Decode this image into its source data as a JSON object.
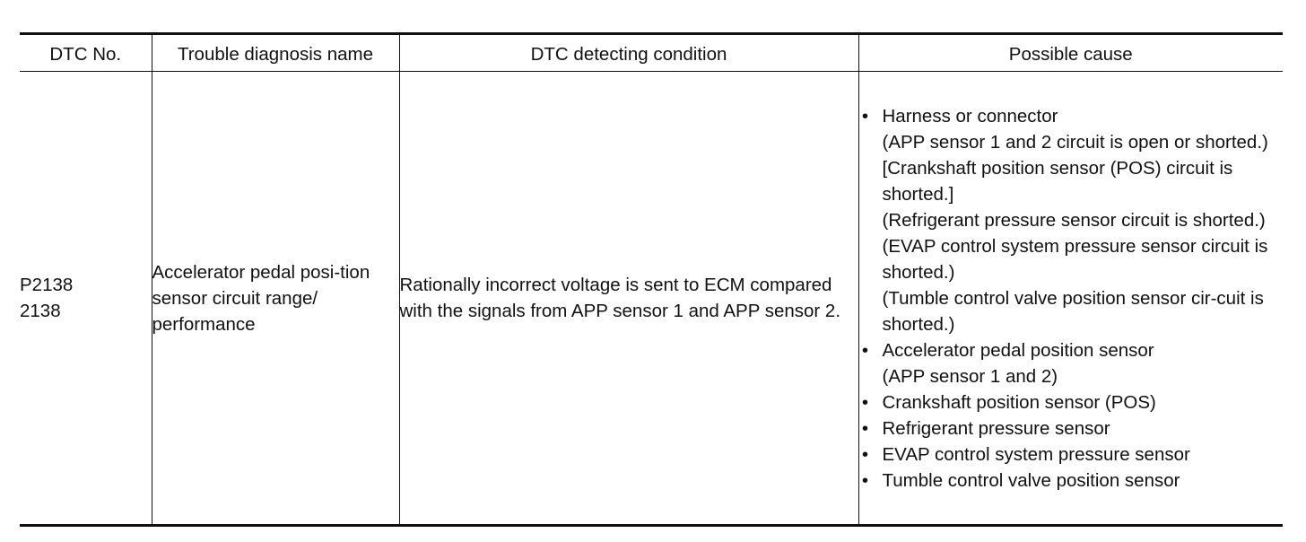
{
  "table": {
    "headers": {
      "dtc_no": "DTC No.",
      "name": "Trouble diagnosis name",
      "condition": "DTC detecting condition",
      "cause": "Possible cause"
    },
    "row": {
      "dtc_no_lines": [
        "P2138",
        "2138"
      ],
      "name": "Accelerator pedal posi-tion sensor circuit range/ performance",
      "condition": "Rationally incorrect voltage is sent to ECM compared with the signals from APP sensor 1 and APP sensor 2.",
      "causes": [
        {
          "text": "Harness or connector",
          "details": [
            "(APP sensor 1 and 2 circuit is open or shorted.)",
            "[Crankshaft position sensor (POS) circuit is shorted.]",
            "(Refrigerant pressure sensor circuit is shorted.)",
            "(EVAP control system pressure sensor circuit is shorted.)",
            "(Tumble control valve position sensor cir-cuit is shorted.)"
          ]
        },
        {
          "text": "Accelerator pedal position sensor",
          "details": [
            "(APP sensor 1 and 2)"
          ]
        },
        {
          "text": "Crankshaft position sensor (POS)",
          "details": []
        },
        {
          "text": "Refrigerant pressure sensor",
          "details": []
        },
        {
          "text": "EVAP control system pressure sensor",
          "details": []
        },
        {
          "text": "Tumble control valve position sensor",
          "details": []
        }
      ]
    }
  },
  "bullet_glyph": "•"
}
